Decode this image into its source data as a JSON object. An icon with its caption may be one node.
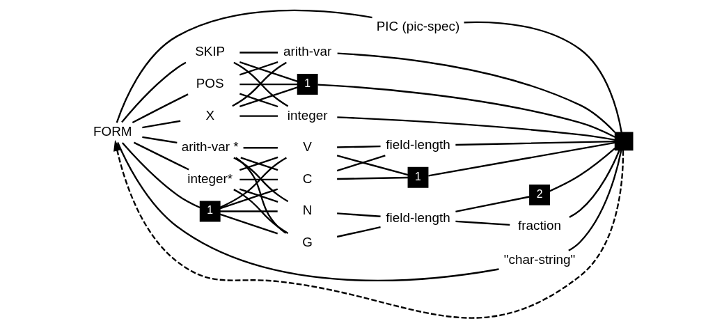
{
  "diagram": {
    "nodes": [
      {
        "text": [
          "FORM"
        ]
      },
      {
        "text": [
          "POS"
        ]
      },
      {
        "text": [
          "X"
        ]
      },
      {
        "text": [
          "SKIP"
        ]
      },
      {
        "text": [
          "integer"
        ]
      },
      {
        "text": [
          "arith-var"
        ]
      },
      {
        "text": [
          "1"
        ]
      },
      {
        "text": [
          "\"char-string\""
        ]
      },
      {
        "text": [
          "PIC (pic-spec)"
        ]
      },
      {
        "text": [
          "integer*"
        ]
      },
      {
        "text": [
          "arith-var *"
        ]
      },
      {
        "text": [
          "1"
        ]
      },
      {
        "text": [
          "V"
        ]
      },
      {
        "text": [
          "C"
        ]
      },
      {
        "text": [
          "N"
        ]
      },
      {
        "text": [
          "G"
        ]
      },
      {
        "text": [
          "field-length"
        ]
      },
      {
        "text": [
          "1"
        ]
      },
      {
        "text": [
          "field-length"
        ]
      },
      {
        "text": [
          "fraction"
        ]
      },
      {
        "text": [
          "2"
        ]
      },
      {
        "text": [],
        "shape": "box"
      }
    ],
    "edges": [
      {
        "from": 0,
        "to": 1,
        "arrow": "none"
      },
      {
        "from": 0,
        "to": 2,
        "arrow": "none"
      },
      {
        "from": 0,
        "to": 3,
        "arrow": "none"
      },
      {
        "from": 0,
        "to": 7,
        "arrow": "none"
      },
      {
        "from": 0,
        "to": 8,
        "arrow": "none"
      },
      {
        "from": 0,
        "to": 9,
        "arrow": "none"
      },
      {
        "from": 0,
        "to": 10,
        "arrow": "none"
      },
      {
        "from": 0,
        "to": 11,
        "arrow": "none"
      },
      {
        "from": 1,
        "to": 4,
        "arrow": "none"
      },
      {
        "from": 1,
        "to": 5,
        "arrow": "none"
      },
      {
        "from": 1,
        "to": 6,
        "arrow": "none"
      },
      {
        "from": 2,
        "to": 4,
        "arrow": "none"
      },
      {
        "from": 2,
        "to": 5,
        "arrow": "none"
      },
      {
        "from": 2,
        "to": 6,
        "arrow": "none"
      },
      {
        "from": 3,
        "to": 4,
        "arrow": "none"
      },
      {
        "from": 3,
        "to": 5,
        "arrow": "none"
      },
      {
        "from": 3,
        "to": 6,
        "arrow": "none"
      },
      {
        "from": 4,
        "to": 21,
        "arrow": "none"
      },
      {
        "from": 5,
        "to": 21,
        "arrow": "none"
      },
      {
        "from": 6,
        "to": 21,
        "arrow": "none"
      },
      {
        "from": 7,
        "to": 21,
        "arrow": "none"
      },
      {
        "from": 8,
        "to": 21,
        "arrow": "none"
      },
      {
        "from": 9,
        "to": 12,
        "arrow": "none"
      },
      {
        "from": 9,
        "to": 13,
        "arrow": "none"
      },
      {
        "from": 9,
        "to": 14,
        "arrow": "none"
      },
      {
        "from": 9,
        "to": 15,
        "arrow": "none"
      },
      {
        "from": 10,
        "to": 12,
        "arrow": "none"
      },
      {
        "from": 10,
        "to": 13,
        "arrow": "none"
      },
      {
        "from": 10,
        "to": 14,
        "arrow": "none"
      },
      {
        "from": 10,
        "to": 15,
        "arrow": "none"
      },
      {
        "from": 11,
        "to": 12,
        "arrow": "none"
      },
      {
        "from": 11,
        "to": 13,
        "arrow": "none"
      },
      {
        "from": 11,
        "to": 14,
        "arrow": "none"
      },
      {
        "from": 11,
        "to": 15,
        "arrow": "none"
      },
      {
        "from": 12,
        "to": 16,
        "arrow": "none"
      },
      {
        "from": 12,
        "to": 17,
        "arrow": "none"
      },
      {
        "from": 13,
        "to": 16,
        "arrow": "none"
      },
      {
        "from": 13,
        "to": 17,
        "arrow": "none"
      },
      {
        "from": 16,
        "to": 21,
        "arrow": "none"
      },
      {
        "from": 17,
        "to": 21,
        "arrow": "none"
      },
      {
        "from": 14,
        "to": 18,
        "arrow": "none"
      },
      {
        "from": 15,
        "to": 18,
        "arrow": "none"
      },
      {
        "from": 18,
        "to": 19,
        "arrow": "none"
      },
      {
        "from": 18,
        "to": 20,
        "arrow": "none"
      },
      {
        "from": 19,
        "to": 21,
        "arrow": "none"
      },
      {
        "from": 20,
        "to": 21,
        "arrow": "none"
      },
      {
        "from": 21,
        "to": 0,
        "arrow": "to",
        "style": "dashed"
      }
    ]
  }
}
